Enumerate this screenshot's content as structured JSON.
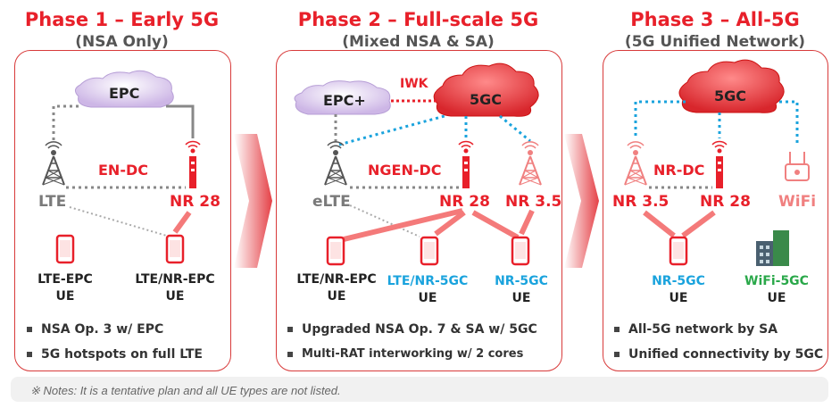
{
  "phase1": {
    "title": "Phase 1 – Early 5G",
    "subtitle": "(NSA Only)",
    "core": "EPC",
    "link": "EN-DC",
    "bs_left": "LTE",
    "bs_right": "NR 28",
    "ue1": [
      "LTE-EPC",
      "UE"
    ],
    "ue2": [
      "LTE/NR-EPC",
      "UE"
    ],
    "bullets": [
      "NSA Op. 3 w/ EPC",
      "5G hotspots on full LTE"
    ]
  },
  "phase2": {
    "title": "Phase 2 – Full-scale 5G",
    "subtitle": "(Mixed NSA & SA)",
    "core_left": "EPC+",
    "core_right": "5GC",
    "iwk": "IWK",
    "link": "NGEN-DC",
    "bs1": "eLTE",
    "bs2": "NR 28",
    "bs3": "NR 3.5",
    "ue1": [
      "LTE/NR-EPC",
      "UE"
    ],
    "ue2": [
      "LTE/NR-5GC",
      "UE"
    ],
    "ue3": [
      "NR-5GC",
      "UE"
    ],
    "bullets": [
      "Upgraded NSA Op. 7 & SA w/ 5GC",
      "Multi-RAT interworking w/ 2 cores"
    ]
  },
  "phase3": {
    "title": "Phase 3 – All-5G",
    "subtitle": "(5G Unified Network)",
    "core": "5GC",
    "link": "NR-DC",
    "bs1": "NR 3.5",
    "bs2": "NR 28",
    "bs3": "WiFi",
    "ue1": [
      "NR-5GC",
      "UE"
    ],
    "ue2": [
      "WiFi-5GC",
      "UE"
    ],
    "bullets": [
      "All-5G network by SA",
      "Unified connectivity by 5GC"
    ]
  },
  "note": "※ Notes: It is a tentative plan and all UE types are not listed.",
  "colors": {
    "accent": "#e8202a",
    "blue": "#1aa3dd",
    "green": "#2aa84a",
    "gray": "#7a7a7a"
  }
}
